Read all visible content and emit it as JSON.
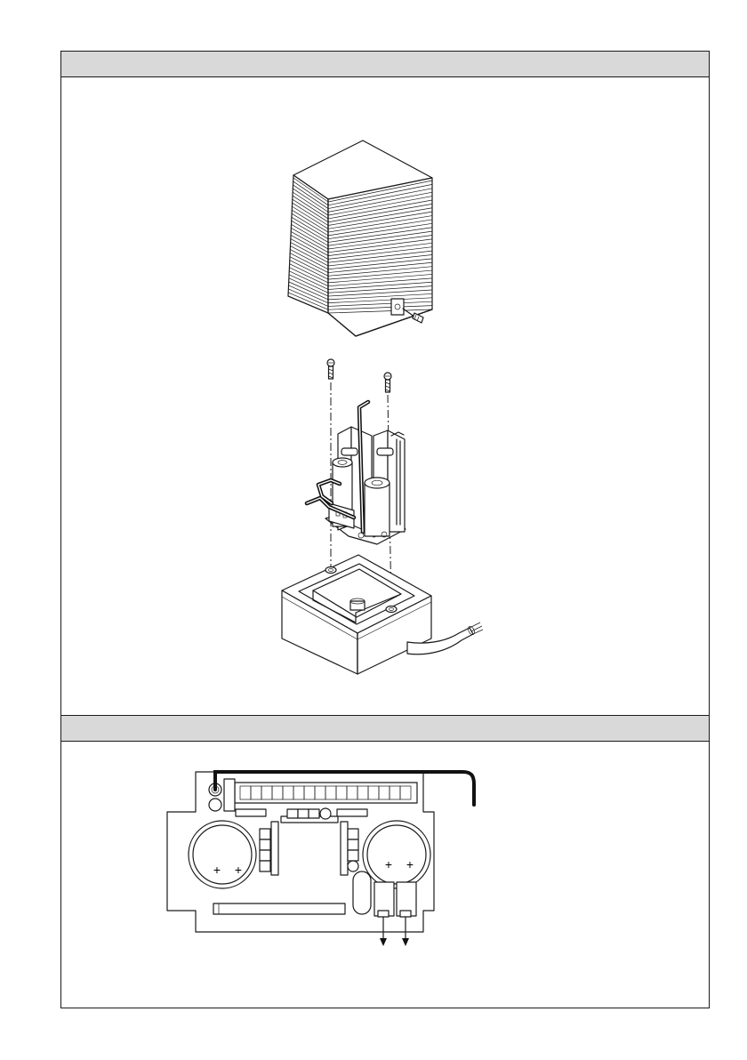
{
  "document": {
    "panels": [
      {
        "id": "panel-1",
        "header_text": ""
      },
      {
        "id": "panel-2",
        "header_text": ""
      }
    ]
  },
  "figure_1": {
    "parts": [
      "cover-housing",
      "cover-screw",
      "mounting-screw-left",
      "mounting-screw-right",
      "power-unit",
      "ground-box",
      "cable-entry"
    ]
  },
  "figure_2": {
    "plus_markings": [
      "+",
      "+",
      "+",
      "+"
    ]
  }
}
